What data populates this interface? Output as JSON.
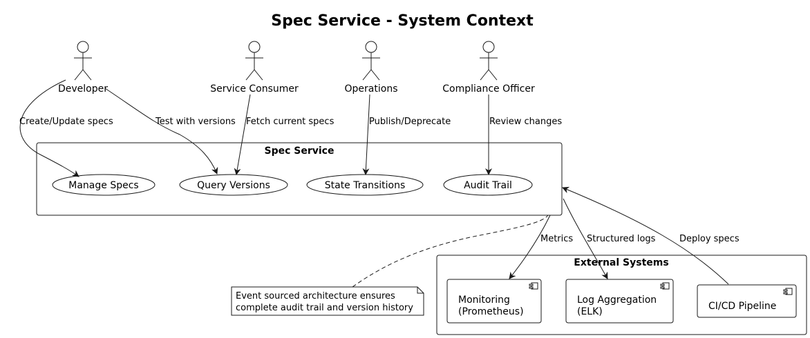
{
  "title": "Spec Service - System Context",
  "actors": {
    "developer": "Developer",
    "service_consumer": "Service Consumer",
    "operations": "Operations",
    "compliance_officer": "Compliance Officer"
  },
  "edges": {
    "create_update": "Create/Update specs",
    "test_versions": "Test with versions",
    "fetch_current": "Fetch current specs",
    "publish_deprecate": "Publish/Deprecate",
    "review_changes": "Review changes",
    "metrics": "Metrics",
    "structured_logs": "Structured logs",
    "deploy_specs": "Deploy specs"
  },
  "spec_service": {
    "label": "Spec Service",
    "use_cases": {
      "manage_specs": "Manage Specs",
      "query_versions": "Query Versions",
      "state_transitions": "State Transitions",
      "audit_trail": "Audit Trail"
    }
  },
  "external_systems": {
    "label": "External Systems",
    "monitoring": {
      "line1": "Monitoring",
      "line2": "(Prometheus)"
    },
    "log_aggregation": {
      "line1": "Log Aggregation",
      "line2": "(ELK)"
    },
    "cicd": {
      "line1": "CI/CD Pipeline"
    }
  },
  "note": {
    "line1": "Event sourced architecture ensures",
    "line2": "complete audit trail and version history"
  }
}
